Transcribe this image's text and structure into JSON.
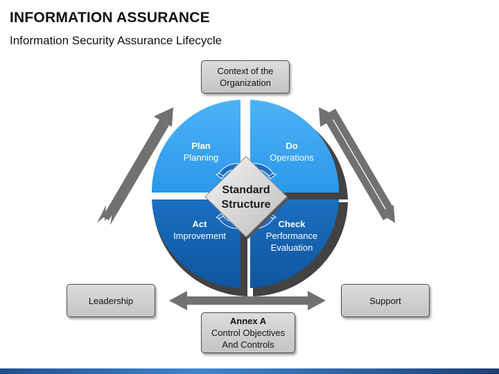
{
  "header": {
    "title": "INFORMATION ASSURANCE",
    "subtitle": "Information Security Assurance Lifecycle"
  },
  "diagram": {
    "context_box": {
      "line1": "Context of the",
      "line2": "Organization"
    },
    "leadership_box": {
      "label": "Leadership"
    },
    "support_box": {
      "label": "Support"
    },
    "annex_box": {
      "title": "Annex A",
      "line1": "Control Objectives",
      "line2": "And Controls"
    },
    "center": {
      "line1": "Standard",
      "line2": "Structure"
    },
    "quadrants": {
      "plan": {
        "head": "Plan",
        "sub": "Planning"
      },
      "do": {
        "head": "Do",
        "sub": "Operations"
      },
      "act": {
        "head": "Act",
        "sub": "Improvement"
      },
      "check": {
        "head": "Check",
        "sub1": "Performance",
        "sub2": "Evaluation"
      }
    },
    "colors": {
      "light_blue": "#3aa5f2",
      "dark_blue": "#1565b5",
      "arrow_gray": "#707070",
      "box_gray": "#d0d0d0"
    }
  }
}
